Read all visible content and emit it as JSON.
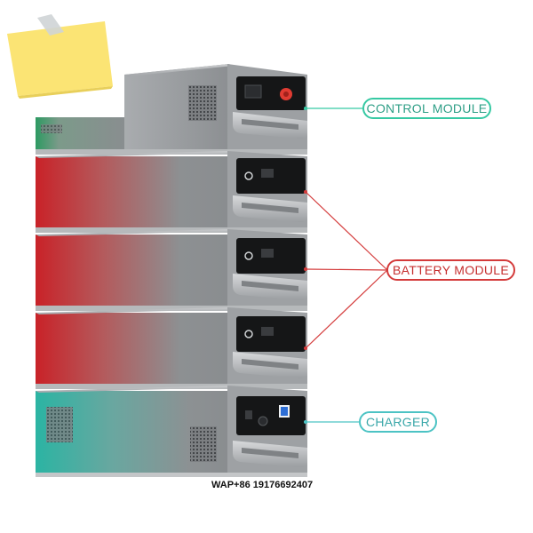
{
  "callouts": {
    "control": "CONTROL MODULE",
    "battery": "BATTERY MODULE",
    "charger": "CHARGER"
  },
  "watermark": "WAP+86 19176692407",
  "colors": {
    "control_accent": "#36c9a3",
    "battery_accent": "#d43b3b",
    "charger_accent": "#4cc3c4",
    "sticky_note": "#fbe474",
    "tape": "#cfd4d6"
  },
  "icons": [
    "sticky-note-icon",
    "emergency-stop-icon",
    "power-button-icon",
    "vent-grille-icon"
  ]
}
